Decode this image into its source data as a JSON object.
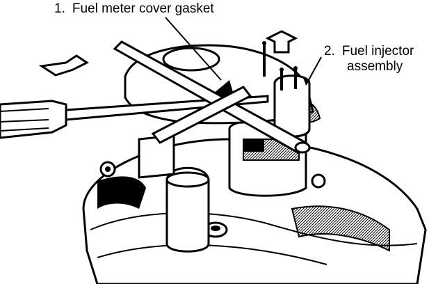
{
  "callouts": [
    {
      "number": "1.",
      "text": "Fuel meter cover gasket"
    },
    {
      "number": "2.",
      "text": "Fuel injector",
      "text_line2": "assembly"
    }
  ],
  "colors": {
    "ink": "#000000",
    "paper": "#ffffff"
  }
}
